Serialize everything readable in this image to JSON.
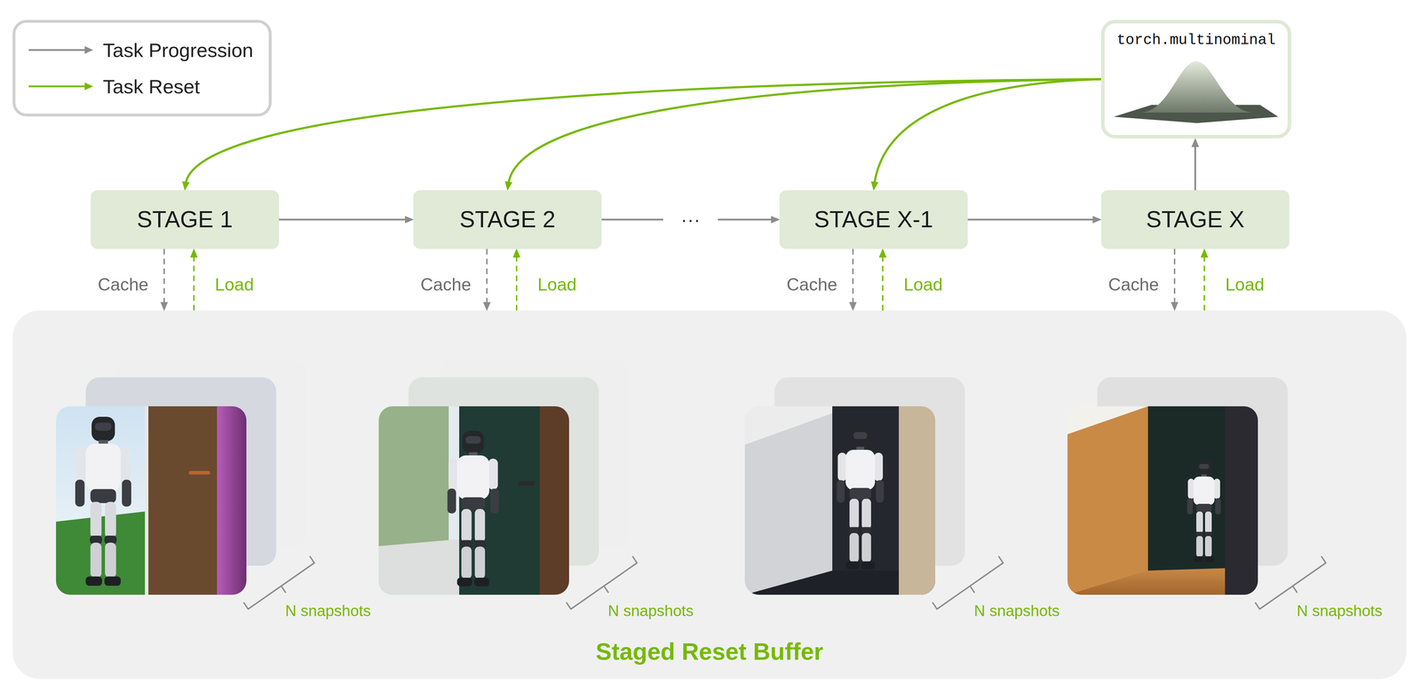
{
  "diagram": {
    "nodes": [
      {
        "text": [
          "STAGE 1"
        ]
      },
      {
        "text": [
          "STAGE 2"
        ]
      },
      {
        "text": [
          "STAGE X-1"
        ]
      },
      {
        "text": [
          "STAGE X"
        ]
      },
      {
        "text": [
          "torch.multinominal"
        ]
      },
      {
        "text": [
          "Staged Reset Buffer"
        ]
      }
    ],
    "edges": [
      {
        "from": 0,
        "to": 1,
        "arrow": "to"
      },
      {
        "from": 1,
        "to": 2,
        "arrow": "to",
        "label": "···"
      },
      {
        "from": 2,
        "to": 3,
        "arrow": "to"
      },
      {
        "from": 3,
        "to": 4,
        "arrow": "to"
      },
      {
        "from": 4,
        "to": 0,
        "arrow": "to"
      },
      {
        "from": 4,
        "to": 1,
        "arrow": "to"
      },
      {
        "from": 4,
        "to": 2,
        "arrow": "to"
      },
      {
        "from": 0,
        "to": 5,
        "arrow": "to",
        "label": "Cache"
      },
      {
        "from": 5,
        "to": 0,
        "arrow": "to",
        "label": "Load"
      },
      {
        "from": 1,
        "to": 5,
        "arrow": "to",
        "label": "Cache"
      },
      {
        "from": 5,
        "to": 1,
        "arrow": "to",
        "label": "Load"
      },
      {
        "from": 2,
        "to": 5,
        "arrow": "to",
        "label": "Cache"
      },
      {
        "from": 5,
        "to": 2,
        "arrow": "to",
        "label": "Load"
      },
      {
        "from": 3,
        "to": 5,
        "arrow": "to",
        "label": "Cache"
      },
      {
        "from": 5,
        "to": 3,
        "arrow": "to",
        "label": "Load"
      }
    ],
    "labels": [
      "N snapshots",
      "N snapshots",
      "N snapshots",
      "N snapshots"
    ],
    "legend": [
      {
        "text": "Task Progression"
      },
      {
        "text": "Task Reset"
      }
    ]
  }
}
